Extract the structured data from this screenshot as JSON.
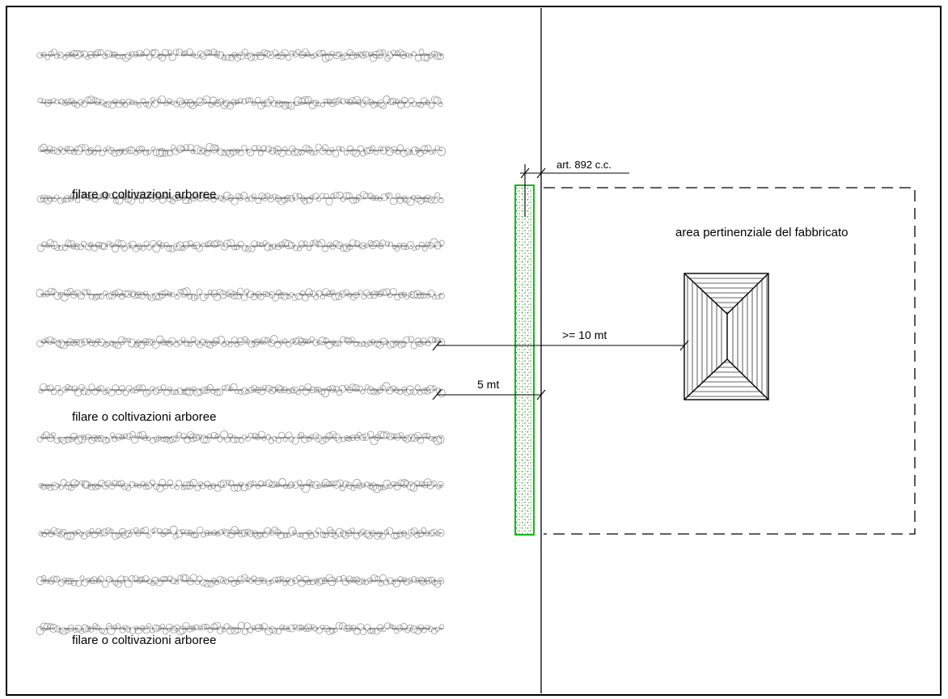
{
  "labels": {
    "crop_rows_top": "filare o coltivazioni arboree",
    "crop_rows_middle": "filare o coltivazioni arboree",
    "crop_rows_bottom": "filare o coltivazioni arboree",
    "appurtenant_area": "area pertinenziale del fabbricato",
    "hedge_reference": "art. 892 c.c.",
    "distance_to_building": ">= 10 mt",
    "distance_to_boundary": "5 mt"
  },
  "crop_rows": {
    "count": 13
  },
  "colors": {
    "line": "#000000",
    "foliage": "#9a9a9a",
    "hedge_stroke": "#1bb81b",
    "hedge_dots": "#1a8f1a",
    "roof_hatch": "#333333"
  }
}
